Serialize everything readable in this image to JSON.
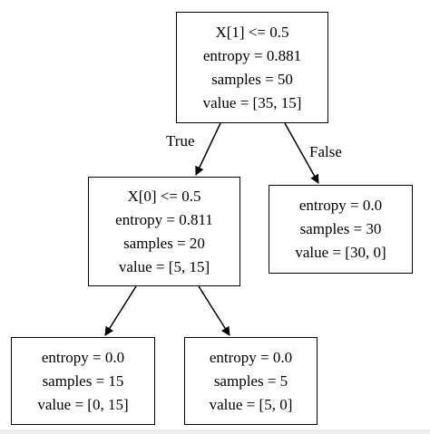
{
  "nodes": {
    "root": {
      "condition": "X[1] <= 0.5",
      "entropy": "entropy = 0.881",
      "samples": "samples = 50",
      "value": "value = [35, 15]"
    },
    "left": {
      "condition": "X[0] <= 0.5",
      "entropy": "entropy = 0.811",
      "samples": "samples = 20",
      "value": "value = [5, 15]"
    },
    "right": {
      "entropy": "entropy = 0.0",
      "samples": "samples = 30",
      "value": "value = [30, 0]"
    },
    "left_left": {
      "entropy": "entropy = 0.0",
      "samples": "samples = 15",
      "value": "value = [0, 15]"
    },
    "left_right": {
      "entropy": "entropy = 0.0",
      "samples": "samples = 5",
      "value": "value = [5, 0]"
    }
  },
  "edge_labels": {
    "true": "True",
    "false": "False"
  },
  "colors": {
    "stroke": "#000000",
    "background": "#ffffff"
  }
}
